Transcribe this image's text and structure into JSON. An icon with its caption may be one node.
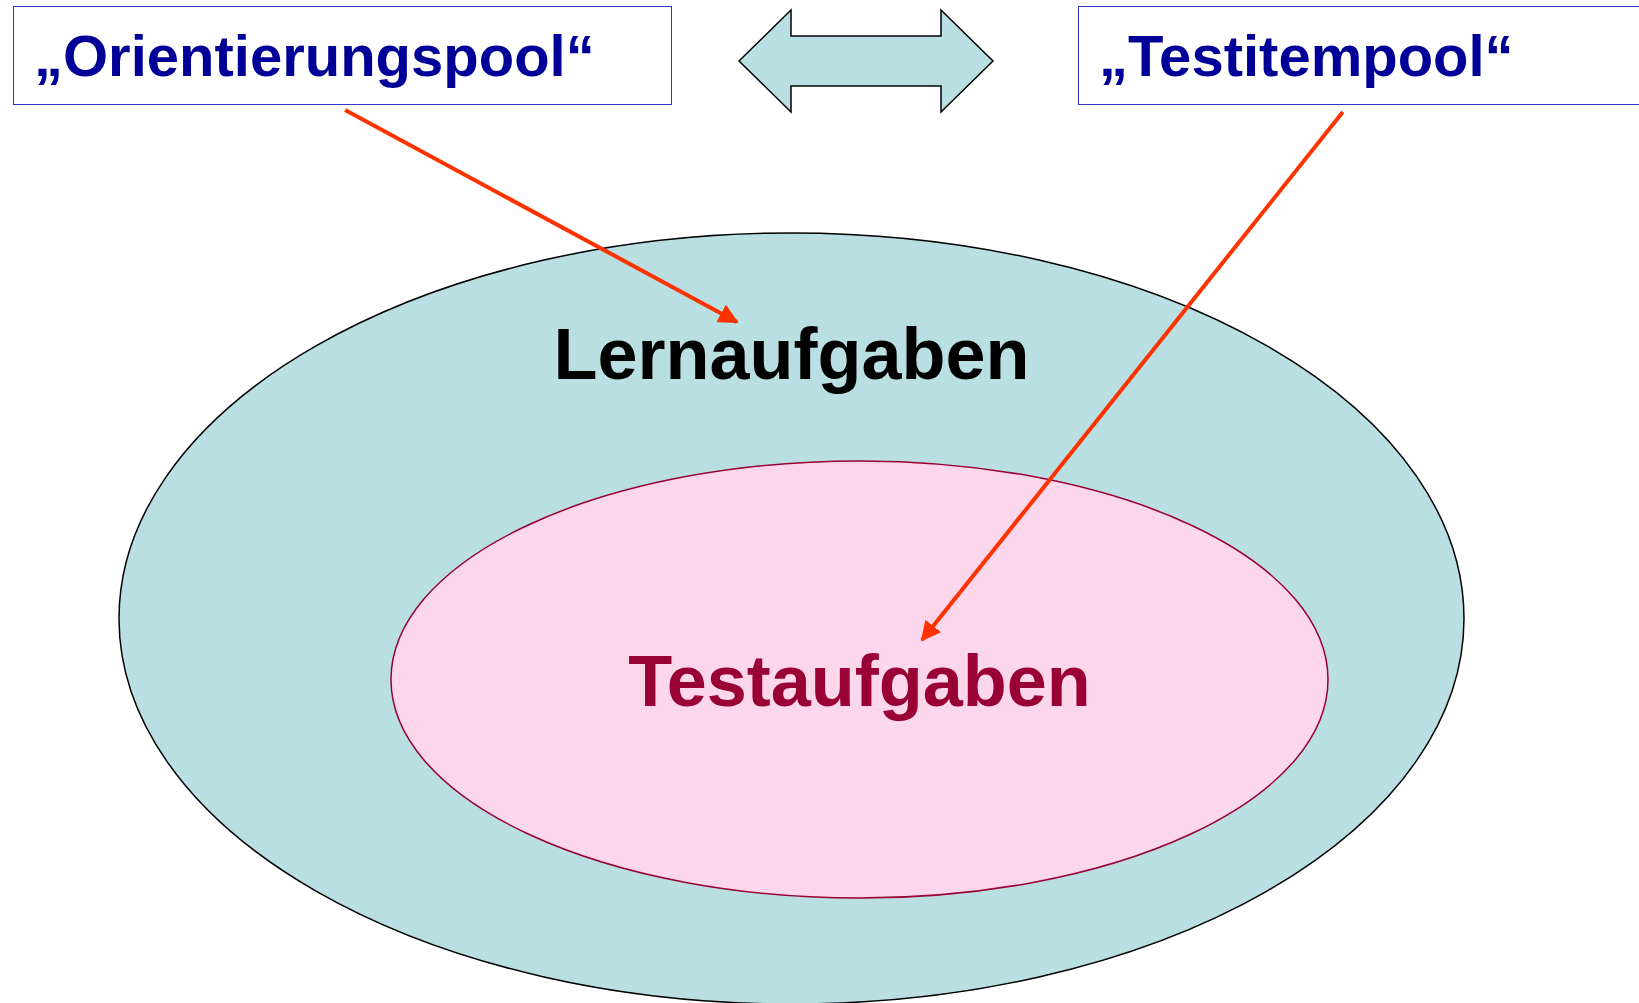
{
  "diagram": {
    "nodes": [
      {
        "text": [
          "„Orientierungspool“"
        ]
      },
      {
        "text": [
          "„Testitempool“"
        ]
      },
      {
        "text": [
          "Lernaufgaben"
        ]
      },
      {
        "text": [
          "Testaufgaben"
        ],
        "in": 2
      }
    ],
    "edges": [
      {
        "from": 0,
        "to": 1,
        "arrow": "both",
        "style": "thick",
        "color": "#b9dfe2"
      },
      {
        "from": 0,
        "to": 2,
        "arrow": "to",
        "color": "#ff3300"
      },
      {
        "from": 1,
        "to": 3,
        "arrow": "to",
        "color": "#ff3300"
      }
    ]
  }
}
